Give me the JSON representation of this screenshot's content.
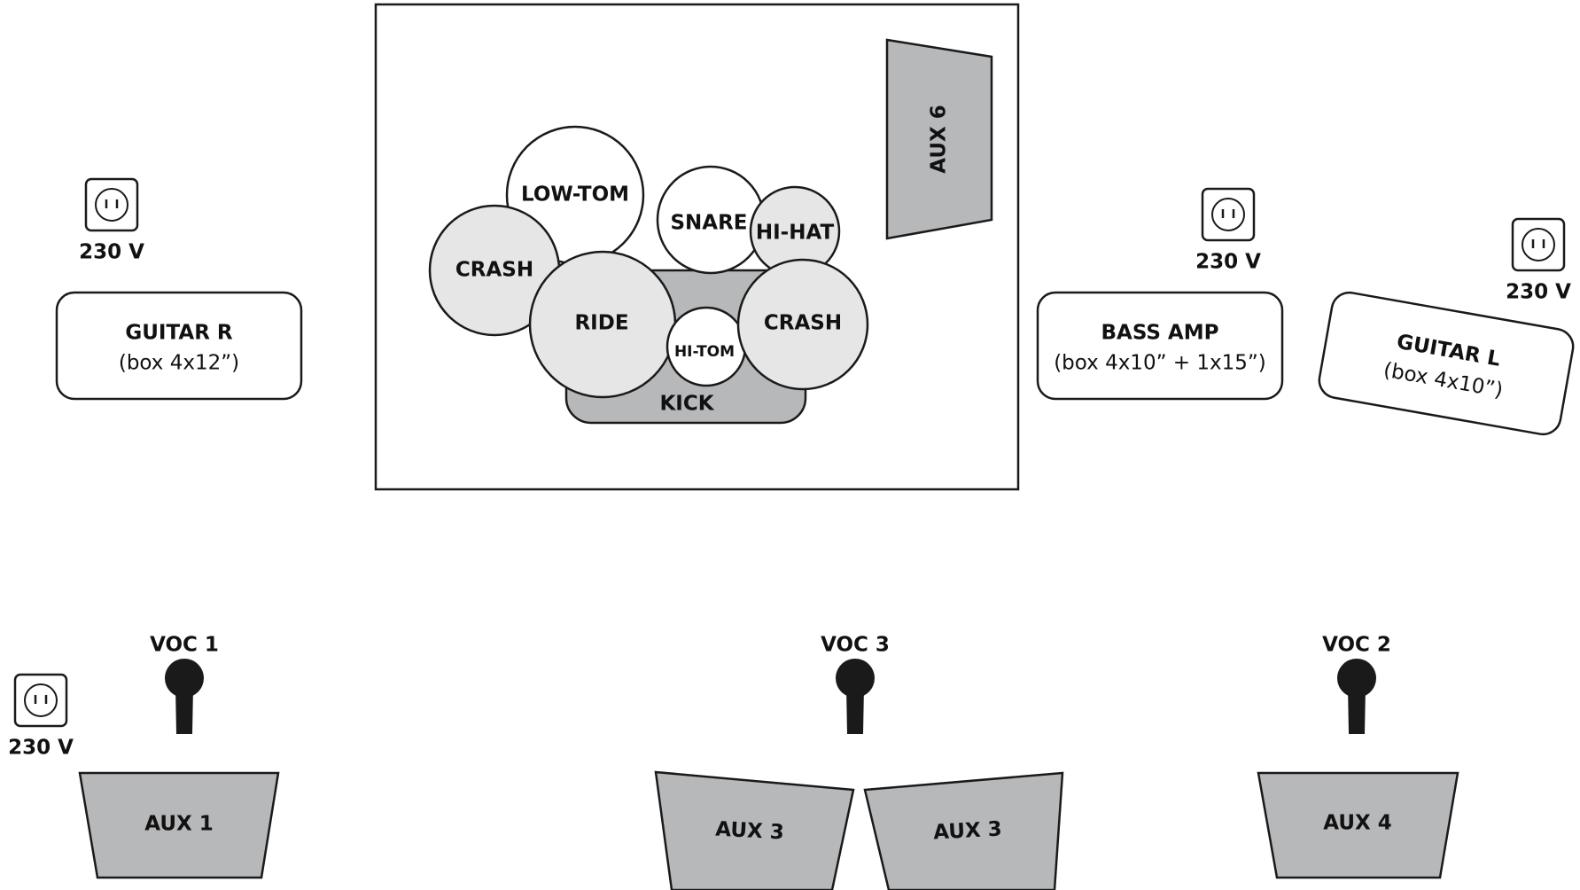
{
  "drum_riser": {
    "low_tom": "LOW-TOM",
    "snare": "SNARE",
    "hi_hat": "HI-HAT",
    "crash_left": "CRASH",
    "crash_right": "CRASH",
    "ride": "RIDE",
    "hi_tom": "HI-TOM",
    "kick": "KICK",
    "aux6": "AUX 6"
  },
  "amps": {
    "guitar_r": {
      "title": "GUITAR R",
      "spec": "(box 4x12”)"
    },
    "bass_amp": {
      "title": "BASS AMP",
      "spec": "(box 4x10” + 1x15”)"
    },
    "guitar_l": {
      "title": "GUITAR L",
      "spec": "(box 4x10”)"
    }
  },
  "power": {
    "outlet_1": "230 V",
    "outlet_2": "230 V",
    "outlet_3": "230 V",
    "outlet_4": "230 V"
  },
  "vocals": {
    "voc1": "VOC 1",
    "voc3": "VOC 3",
    "voc2": "VOC 2"
  },
  "monitors": {
    "aux1": "AUX 1",
    "aux3_left": "AUX 3",
    "aux3_right": "AUX 3",
    "aux4": "AUX 4"
  },
  "colors": {
    "monitor_fill": "#b7b8ba",
    "cymbal_fill": "#e6e6e7",
    "drum_fill": "#ffffff",
    "outline": "#1a1a1a"
  },
  "icons": {
    "outlet": "power-outlet-icon",
    "microphone": "microphone-icon"
  }
}
